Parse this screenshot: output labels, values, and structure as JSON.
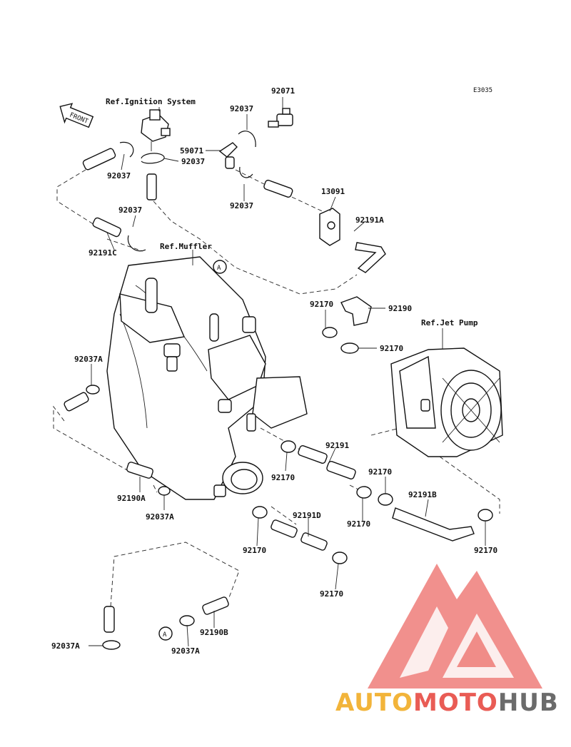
{
  "diagram_code": "E3035",
  "front_label": "FRONT",
  "refs": {
    "ignition": "Ref.Ignition System",
    "muffler": "Ref.Muffler",
    "jet_pump": "Ref.Jet Pump"
  },
  "callout_letter": "A",
  "parts": {
    "p92071": "92071",
    "p92037_a": "92037",
    "p92037_b": "92037",
    "p92037_c": "92037",
    "p92037_d": "92037",
    "p92037_e": "92037",
    "p59071": "59071",
    "p13091": "13091",
    "p92191A": "92191A",
    "p92191C": "92191C",
    "p92170_a": "92170",
    "p92190": "92190",
    "p92170_b": "92170",
    "p92037A_a": "92037A",
    "p92191": "92191",
    "p92170_c": "92170",
    "p92170_d": "92170",
    "p92191B": "92191B",
    "p92170_e": "92170",
    "p92190A": "92190A",
    "p92037A_b": "92037A",
    "p92191D": "92191D",
    "p92170_f": "92170",
    "p92170_g": "92170",
    "p92170_h": "92170",
    "p92190B": "92190B",
    "p92037A_c": "92037A",
    "p92037A_d": "92037A"
  },
  "watermark": {
    "part1": "AUTO",
    "part2": "MOTO",
    "part3": "HUB",
    "color1": "#f2b43a",
    "color2": "#e95c55",
    "color3": "#6b6b6b",
    "logo_color": "#e9524c"
  }
}
